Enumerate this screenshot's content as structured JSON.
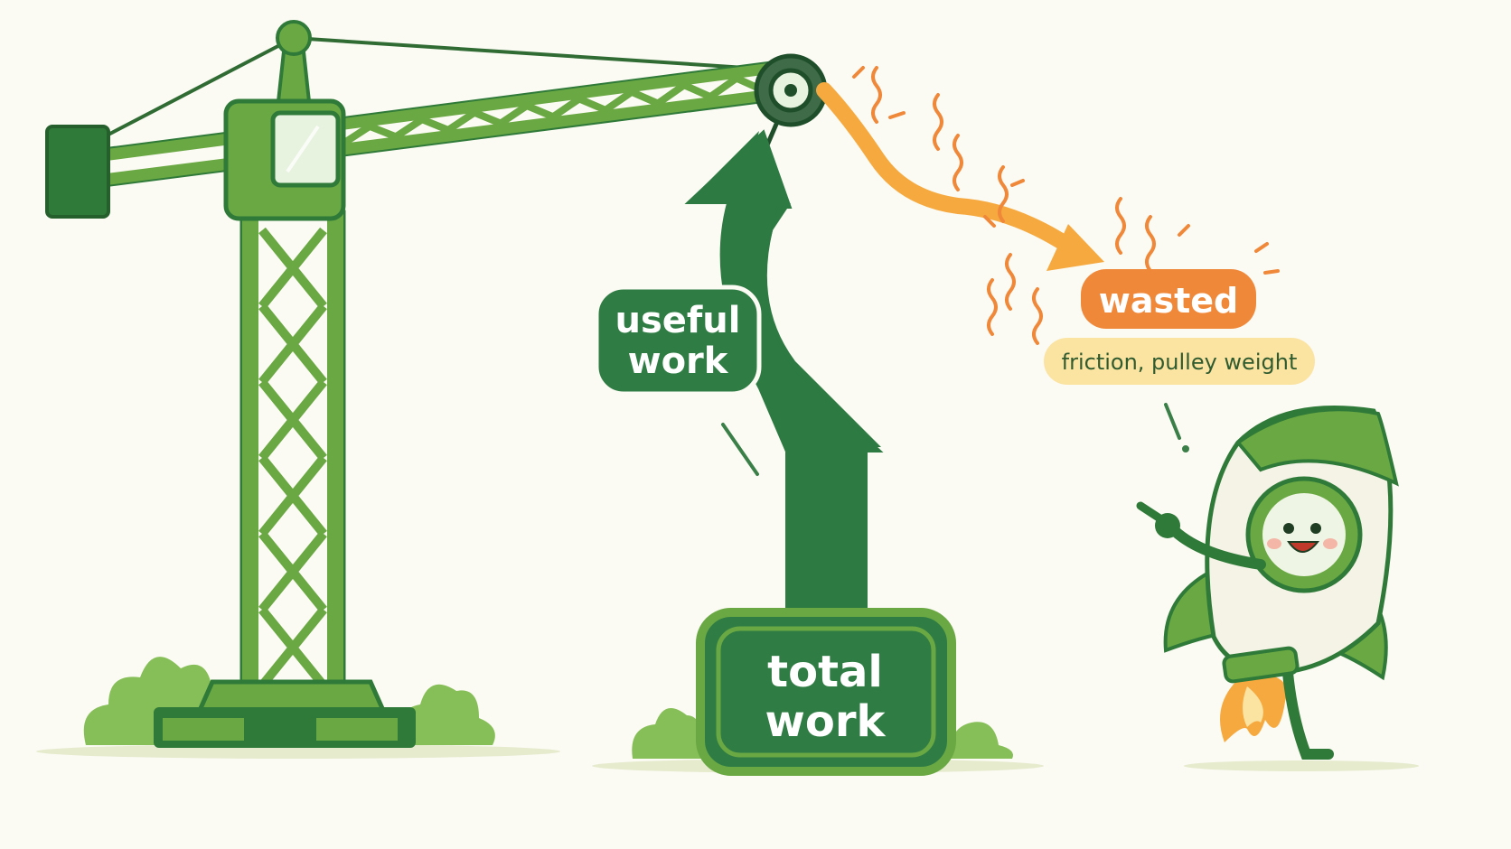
{
  "labels": {
    "useful_line1": "useful",
    "useful_line2": "work",
    "total_line1": "total",
    "total_line2": "work",
    "wasted": "wasted",
    "wasted_detail": "friction, pulley weight"
  },
  "colors": {
    "background": "#fbfaf3",
    "crane_green": "#6aa843",
    "crane_dark": "#2f7a38",
    "arrow_green": "#2d7a43",
    "label_green": "#2f7d44",
    "waste_orange": "#f0883a",
    "waste_arrow": "#f6a93e",
    "detail_yellow": "#fbe3a2",
    "bush_green": "#86bf57",
    "ground": "#e6ebcd"
  },
  "icons": {
    "crane": "tower-crane-icon",
    "pulley": "pulley-icon",
    "mascot": "rocket-mascot-icon",
    "heat": "heat-squiggle-icon"
  }
}
